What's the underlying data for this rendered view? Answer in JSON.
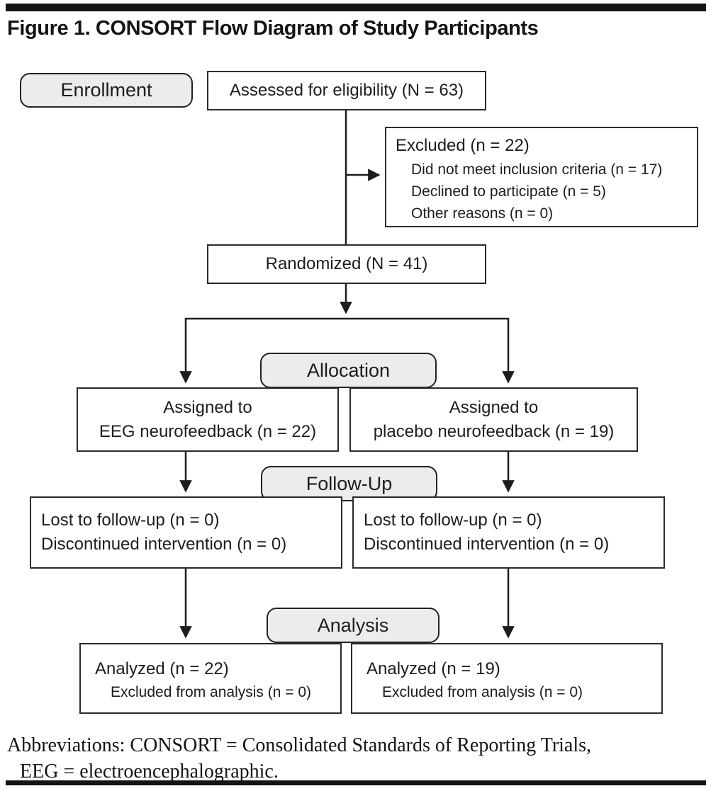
{
  "title": "Figure 1. CONSORT Flow Diagram of Study Participants",
  "sections": {
    "enrollment": "Enrollment",
    "allocation": "Allocation",
    "followup": "Follow-Up",
    "analysis": "Analysis"
  },
  "boxes": {
    "assessed": "Assessed for eligibility (N = 63)",
    "excluded": {
      "title": "Excluded (n = 22)",
      "items": [
        "Did not meet inclusion criteria (n = 17)",
        "Declined to participate (n = 5)",
        "Other reasons (n = 0)"
      ]
    },
    "randomized": "Randomized (N = 41)",
    "assigned_left": {
      "line1": "Assigned to",
      "line2": "EEG neurofeedback (n = 22)"
    },
    "assigned_right": {
      "line1": "Assigned to",
      "line2": "placebo neurofeedback (n = 19)"
    },
    "followup_left": {
      "line1": "Lost to follow-up (n = 0)",
      "line2": "Discontinued intervention (n = 0)"
    },
    "followup_right": {
      "line1": "Lost to follow-up (n = 0)",
      "line2": "Discontinued intervention (n = 0)"
    },
    "analysis_left": {
      "title": "Analyzed (n = 22)",
      "sub": "Excluded from analysis (n = 0)"
    },
    "analysis_right": {
      "title": "Analyzed (n = 19)",
      "sub": "Excluded from analysis (n = 0)"
    }
  },
  "footer": {
    "line1": "Abbreviations: CONSORT = Consolidated Standards of Reporting Trials,",
    "line2": "EEG = electroencephalographic."
  },
  "colors": {
    "text": "#1d1d1f",
    "box_border": "#2b2b2b",
    "label_fill": "#ececec",
    "rule": "#141414"
  }
}
